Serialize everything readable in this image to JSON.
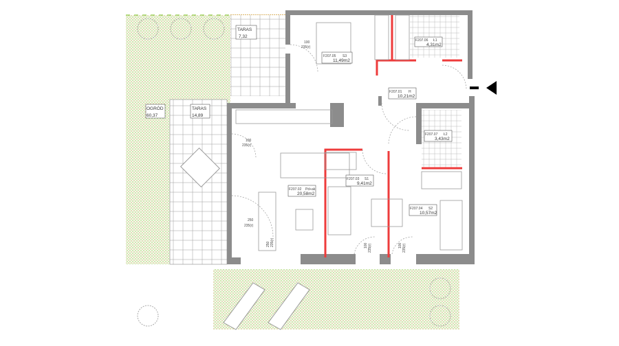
{
  "plan": {
    "outdoor": [
      {
        "name": "TARAS",
        "area": "7,32",
        "unit": "m2"
      },
      {
        "name": "OGRÓD",
        "area": "60,37",
        "unit": "m2"
      },
      {
        "name": "TARAS",
        "area": "14,89",
        "unit": "m2"
      }
    ],
    "rooms": [
      {
        "code": "F207.05",
        "type": "S3",
        "area": "11,49m2"
      },
      {
        "code": "F207.06",
        "type": "Ł1",
        "area": "4,31m2"
      },
      {
        "code": "F207.01",
        "type": "H",
        "area": "10,21m2"
      },
      {
        "code": "F207.07",
        "type": "Ł2",
        "area": "3,43m2"
      },
      {
        "code": "F207.02",
        "type": "Pd+ak",
        "area": "20,58m2"
      },
      {
        "code": "F207.03",
        "type": "S1",
        "area": "9,41m2"
      },
      {
        "code": "F207.04",
        "type": "S2",
        "area": "10,57m2"
      }
    ],
    "dims": [
      {
        "w": "100",
        "h": "235(r)"
      },
      {
        "w": "100",
        "h": "235(r)"
      },
      {
        "w": "250",
        "h": "235(r)"
      },
      {
        "w": "250",
        "h": "235(r)"
      },
      {
        "w": "100",
        "h": "235(r)"
      },
      {
        "w": "100",
        "h": "235(r)"
      }
    ],
    "colors": {
      "wall": "#8c8c8c",
      "partition": "#ee3b3b",
      "garden": "#9ccf5a"
    }
  }
}
